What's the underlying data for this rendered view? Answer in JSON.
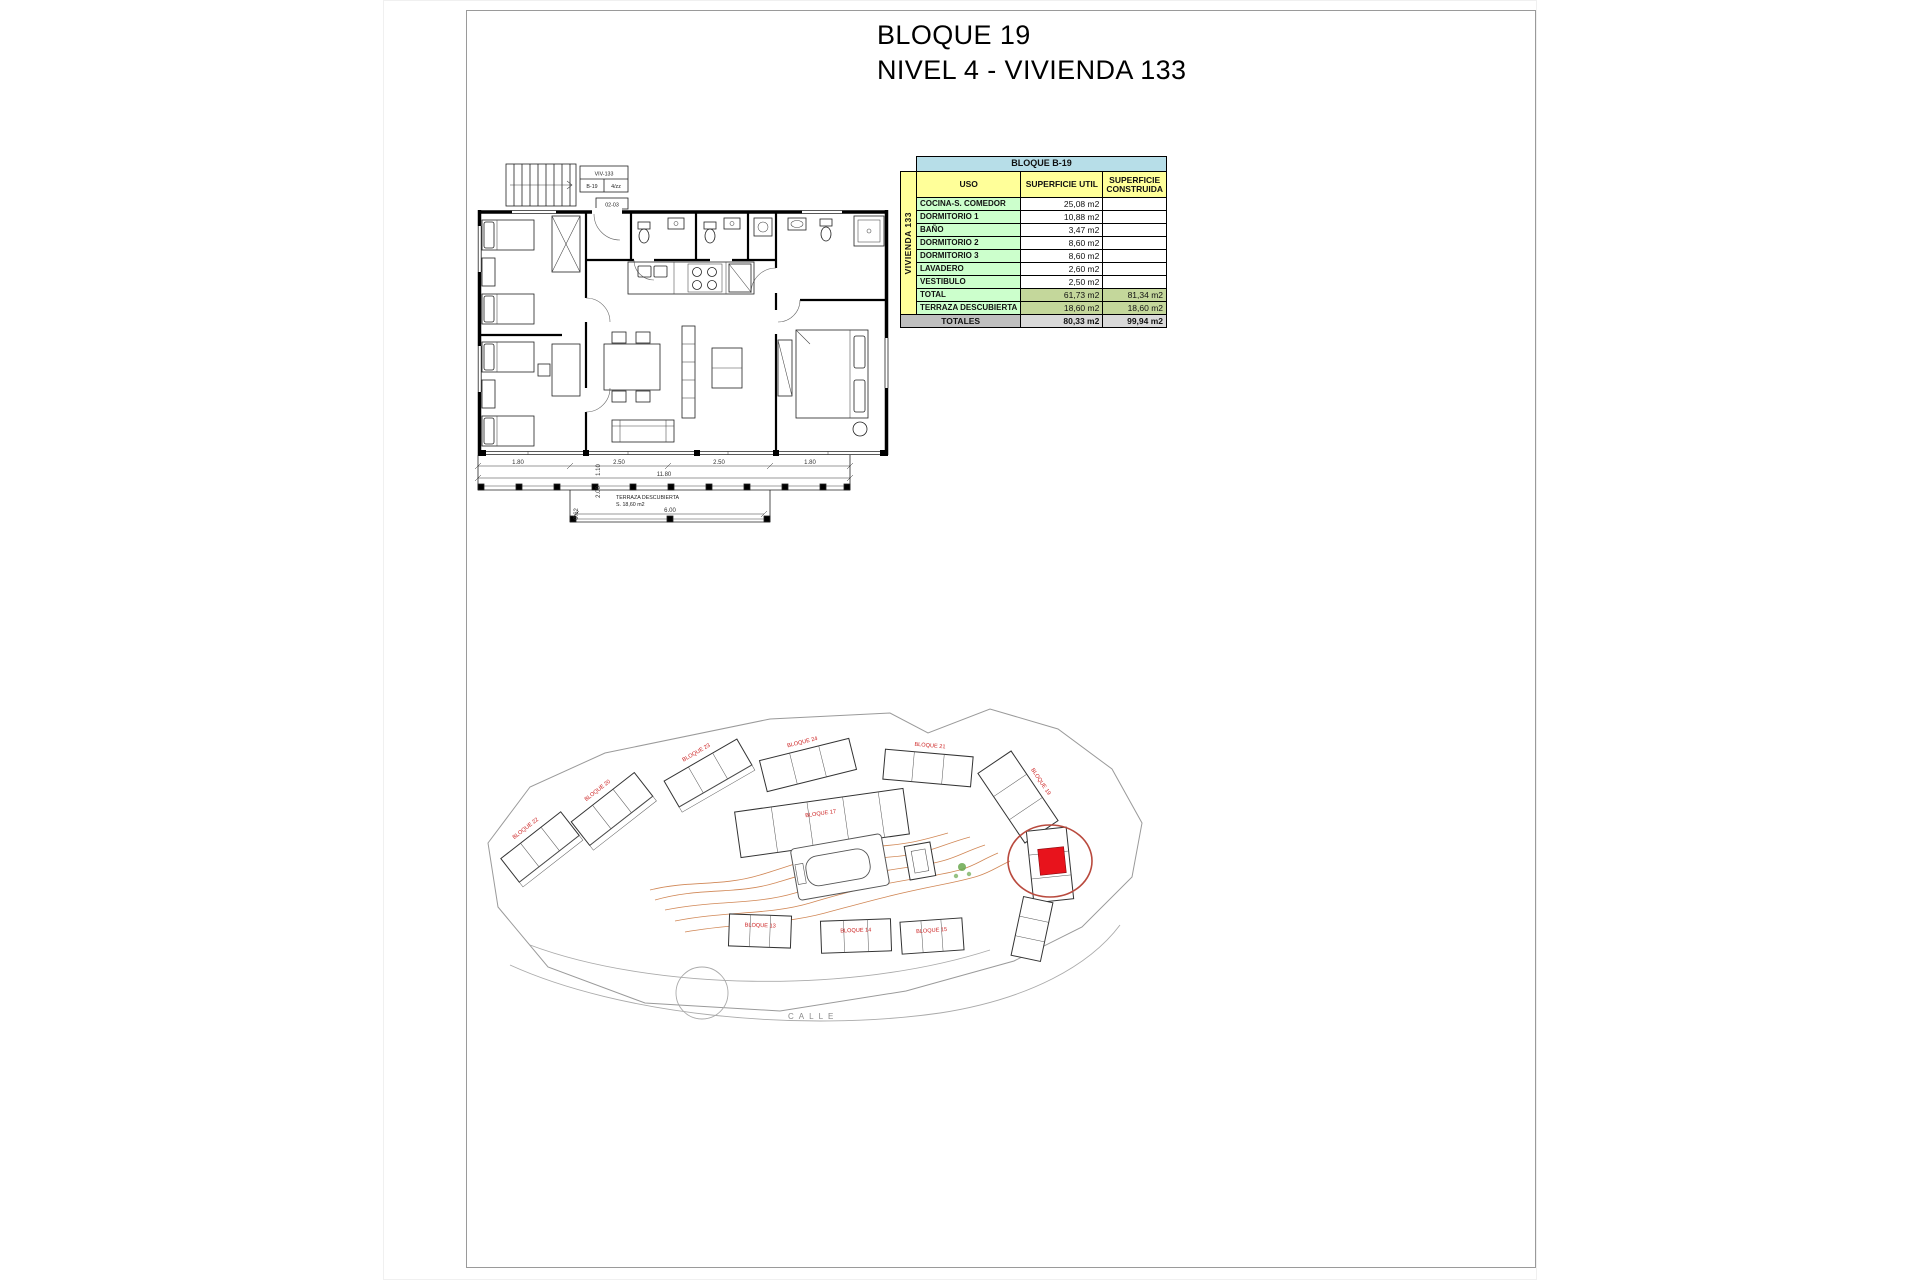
{
  "title": {
    "line1": "BLOQUE 19",
    "line2": "NIVEL 4 - VIVIENDA 133"
  },
  "plan": {
    "stamp": {
      "row1": "VIV-133",
      "row2a": "B-19",
      "row2b": "4/zz",
      "sub": "02-03"
    },
    "terrace": {
      "label": "TERRAZA DESCUBIERTA",
      "area": "S. 18,60 m2"
    },
    "dims": {
      "d1": "1.80",
      "d2": "2.50",
      "d3": "2.50",
      "d4": "1.80",
      "total": "11.80",
      "step": "6.00",
      "v1": "1.10",
      "v2": "2.00",
      "v3": "0.62"
    }
  },
  "table": {
    "title": "BLOQUE B-19",
    "side_label": "VIVIENDA 133",
    "headers": {
      "uso": "USO",
      "util": "SUPERFICIE UTIL",
      "construida": "SUPERFICIE CONSTRUIDA"
    },
    "rows": [
      {
        "uso": "COCINA-S. COMEDOR",
        "util": "25,08 m2",
        "construida": ""
      },
      {
        "uso": "DORMITORIO 1",
        "util": "10,88 m2",
        "construida": ""
      },
      {
        "uso": "BAÑO",
        "util": "3,47 m2",
        "construida": ""
      },
      {
        "uso": "DORMITORIO 2",
        "util": "8,60 m2",
        "construida": ""
      },
      {
        "uso": "DORMITORIO 3",
        "util": "8,60 m2",
        "construida": ""
      },
      {
        "uso": "LAVADERO",
        "util": "2,60 m2",
        "construida": ""
      },
      {
        "uso": "VESTIBULO",
        "util": "2,50 m2",
        "construida": ""
      }
    ],
    "total": {
      "uso": "TOTAL",
      "util": "61,73 m2",
      "construida": "81,34 m2"
    },
    "terraza": {
      "uso": "TERRAZA DESCUBIERTA",
      "util": "18,60 m2",
      "construida": "18,60 m2"
    },
    "totales": {
      "label": "TOTALES",
      "util": "80,33 m2",
      "construida": "99,94 m2"
    }
  },
  "site": {
    "street": "CALLE",
    "labels": [
      {
        "text": "BLOQUE 22"
      },
      {
        "text": "BLOQUE 20"
      },
      {
        "text": "BLOQUE 23"
      },
      {
        "text": "BLOQUE 24"
      },
      {
        "text": "BLOQUE 21"
      },
      {
        "text": "BLOQUE 17"
      },
      {
        "text": "BLOQUE 19"
      },
      {
        "text": "BLOQUE 13"
      },
      {
        "text": "BLOQUE 14"
      },
      {
        "text": "BLOQUE 15"
      }
    ]
  },
  "colors": {
    "table_title_bg": "#b7dee8",
    "table_header_bg": "#ffff99",
    "row_label_bg": "#ccffcc",
    "total_value_bg": "#c4d79b",
    "totales_bg": "#d9d9d9",
    "highlight_red": "#e8131c",
    "contour_orange": "#c87137"
  }
}
